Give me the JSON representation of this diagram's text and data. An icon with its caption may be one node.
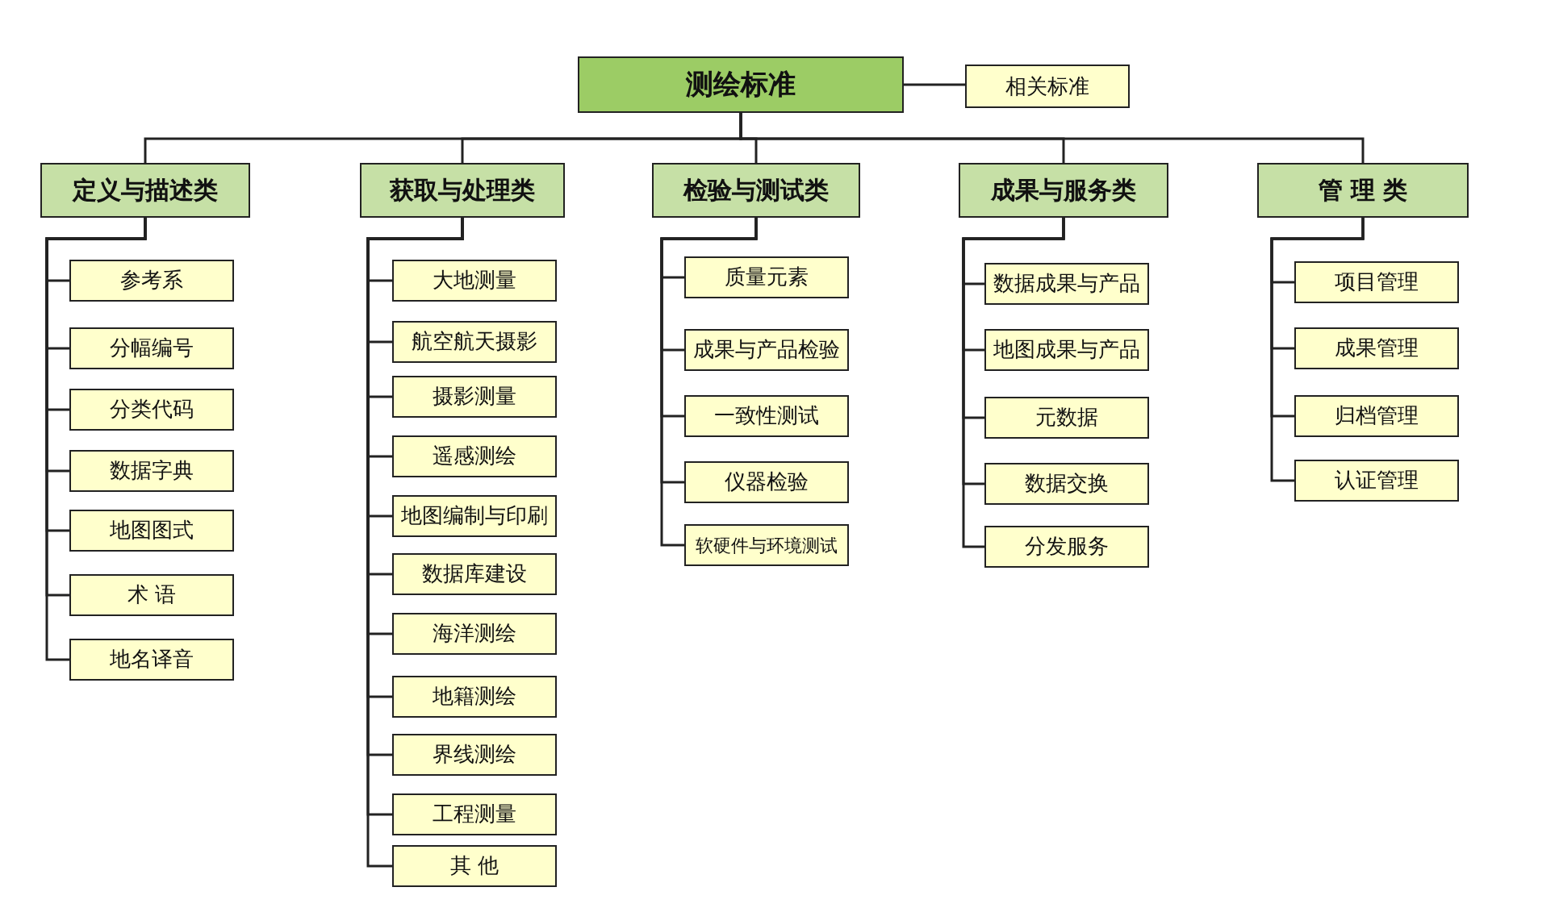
{
  "diagram": {
    "nodes": [
      {
        "text": [
          "测绘标准"
        ]
      },
      {
        "text": [
          "相关标准"
        ]
      },
      {
        "text": [
          "定义与描述类"
        ]
      },
      {
        "text": [
          "获取与处理类"
        ]
      },
      {
        "text": [
          "检验与测试类"
        ]
      },
      {
        "text": [
          "成果与服务类"
        ]
      },
      {
        "text": [
          "管 理 类"
        ]
      },
      {
        "text": [
          "参考系"
        ]
      },
      {
        "text": [
          "分幅编号"
        ]
      },
      {
        "text": [
          "分类代码"
        ]
      },
      {
        "text": [
          "数据字典"
        ]
      },
      {
        "text": [
          "地图图式"
        ]
      },
      {
        "text": [
          "术 语"
        ]
      },
      {
        "text": [
          "地名译音"
        ]
      },
      {
        "text": [
          "大地测量"
        ]
      },
      {
        "text": [
          "航空航天摄影"
        ]
      },
      {
        "text": [
          "摄影测量"
        ]
      },
      {
        "text": [
          "遥感测绘"
        ]
      },
      {
        "text": [
          "地图编制与印刷"
        ]
      },
      {
        "text": [
          "数据库建设"
        ]
      },
      {
        "text": [
          "海洋测绘"
        ]
      },
      {
        "text": [
          "地籍测绘"
        ]
      },
      {
        "text": [
          "界线测绘"
        ]
      },
      {
        "text": [
          "工程测量"
        ]
      },
      {
        "text": [
          "其 他"
        ]
      },
      {
        "text": [
          "质量元素"
        ]
      },
      {
        "text": [
          "成果与产品检验"
        ]
      },
      {
        "text": [
          "一致性测试"
        ]
      },
      {
        "text": [
          "仪器检验"
        ]
      },
      {
        "text": [
          "软硬件与环境测试"
        ]
      },
      {
        "text": [
          "数据成果与产品"
        ]
      },
      {
        "text": [
          "地图成果与产品"
        ]
      },
      {
        "text": [
          "元数据"
        ]
      },
      {
        "text": [
          "数据交换"
        ]
      },
      {
        "text": [
          "分发服务"
        ]
      },
      {
        "text": [
          "项目管理"
        ]
      },
      {
        "text": [
          "成果管理"
        ]
      },
      {
        "text": [
          "归档管理"
        ]
      },
      {
        "text": [
          "认证管理"
        ]
      }
    ],
    "edges": [
      {
        "from": 0,
        "to": 1,
        "arrow": "none"
      },
      {
        "from": 0,
        "to": 2,
        "arrow": "none"
      },
      {
        "from": 0,
        "to": 3,
        "arrow": "none"
      },
      {
        "from": 0,
        "to": 4,
        "arrow": "none"
      },
      {
        "from": 0,
        "to": 5,
        "arrow": "none"
      },
      {
        "from": 0,
        "to": 6,
        "arrow": "none"
      },
      {
        "from": 2,
        "to": 7,
        "arrow": "none"
      },
      {
        "from": 2,
        "to": 8,
        "arrow": "none"
      },
      {
        "from": 2,
        "to": 9,
        "arrow": "none"
      },
      {
        "from": 2,
        "to": 10,
        "arrow": "none"
      },
      {
        "from": 2,
        "to": 11,
        "arrow": "none"
      },
      {
        "from": 2,
        "to": 12,
        "arrow": "none"
      },
      {
        "from": 2,
        "to": 13,
        "arrow": "none"
      },
      {
        "from": 3,
        "to": 14,
        "arrow": "none"
      },
      {
        "from": 3,
        "to": 15,
        "arrow": "none"
      },
      {
        "from": 3,
        "to": 16,
        "arrow": "none"
      },
      {
        "from": 3,
        "to": 17,
        "arrow": "none"
      },
      {
        "from": 3,
        "to": 18,
        "arrow": "none"
      },
      {
        "from": 3,
        "to": 19,
        "arrow": "none"
      },
      {
        "from": 3,
        "to": 20,
        "arrow": "none"
      },
      {
        "from": 3,
        "to": 21,
        "arrow": "none"
      },
      {
        "from": 3,
        "to": 22,
        "arrow": "none"
      },
      {
        "from": 3,
        "to": 23,
        "arrow": "none"
      },
      {
        "from": 3,
        "to": 24,
        "arrow": "none"
      },
      {
        "from": 4,
        "to": 25,
        "arrow": "none"
      },
      {
        "from": 4,
        "to": 26,
        "arrow": "none"
      },
      {
        "from": 4,
        "to": 27,
        "arrow": "none"
      },
      {
        "from": 4,
        "to": 28,
        "arrow": "none"
      },
      {
        "from": 4,
        "to": 29,
        "arrow": "none"
      },
      {
        "from": 5,
        "to": 30,
        "arrow": "none"
      },
      {
        "from": 5,
        "to": 31,
        "arrow": "none"
      },
      {
        "from": 5,
        "to": 32,
        "arrow": "none"
      },
      {
        "from": 5,
        "to": 33,
        "arrow": "none"
      },
      {
        "from": 5,
        "to": 34,
        "arrow": "none"
      },
      {
        "from": 6,
        "to": 35,
        "arrow": "none"
      },
      {
        "from": 6,
        "to": 36,
        "arrow": "none"
      },
      {
        "from": 6,
        "to": 37,
        "arrow": "none"
      },
      {
        "from": 6,
        "to": 38,
        "arrow": "none"
      }
    ]
  }
}
